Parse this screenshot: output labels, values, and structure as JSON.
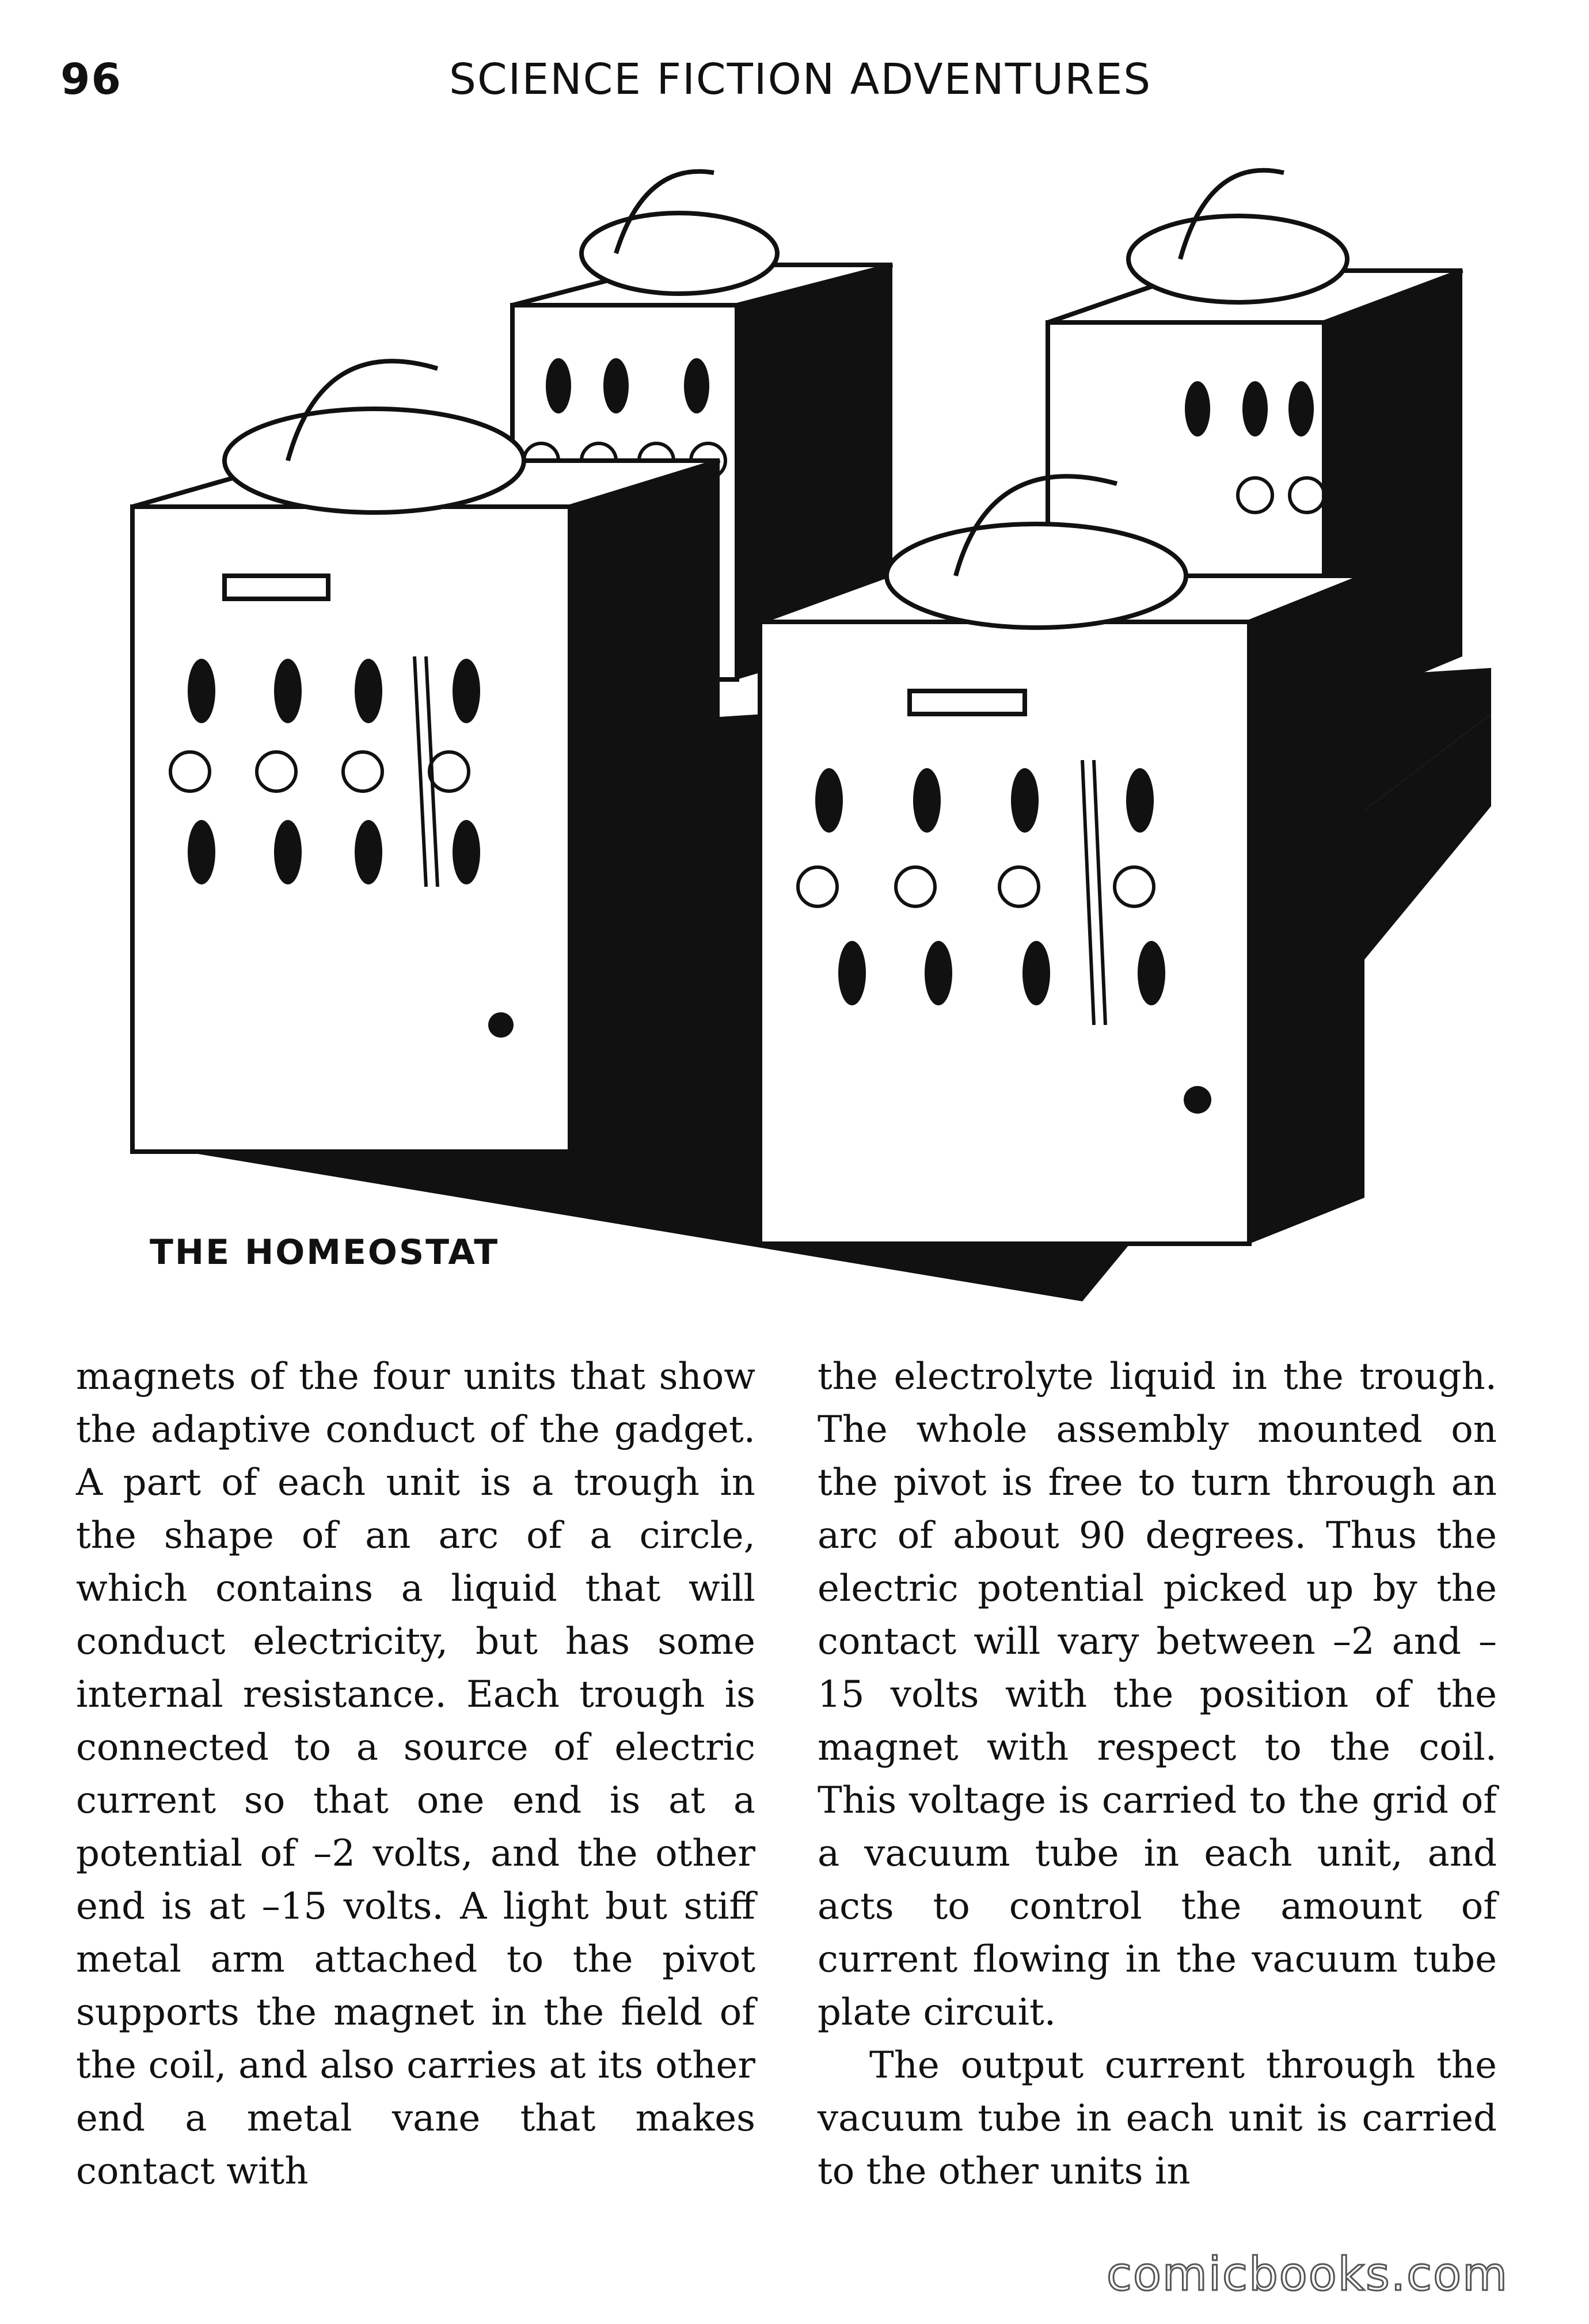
{
  "header": {
    "page_number": "96",
    "running_title": "SCIENCE FICTION ADVENTURES"
  },
  "figure": {
    "caption": "THE HOMEOSTAT",
    "icon": "homeostat-machine-illustration"
  },
  "columns": {
    "left": [
      "magnets of the four units that show the adaptive conduct of the gadget. A part of each unit is a trough in the shape of an arc of a circle, which contains a liquid that will conduct electricity, but has some internal resistance. Each trough is connected to a source of electric current so that one end is at a potential of –2 volts, and the other end is at –15 volts. A light but stiff metal arm attached to the pivot supports the magnet in the field of the coil, and also carries at its other end a metal vane that makes contact with"
    ],
    "right": [
      "the electrolyte liquid in the trough. The whole assembly mounted on the pivot is free to turn through an arc of about 90 degrees. Thus the electric potential picked up by the contact will vary between –2 and –15 volts with the position of the magnet with respect to the coil. This voltage is carried to the grid of a vacuum tube in each unit, and acts to control the amount of current flowing in the vacuum tube plate circuit.",
      "The output current through the vacuum tube in each unit is carried to the other units in"
    ]
  },
  "watermark": "comicbooks.com"
}
